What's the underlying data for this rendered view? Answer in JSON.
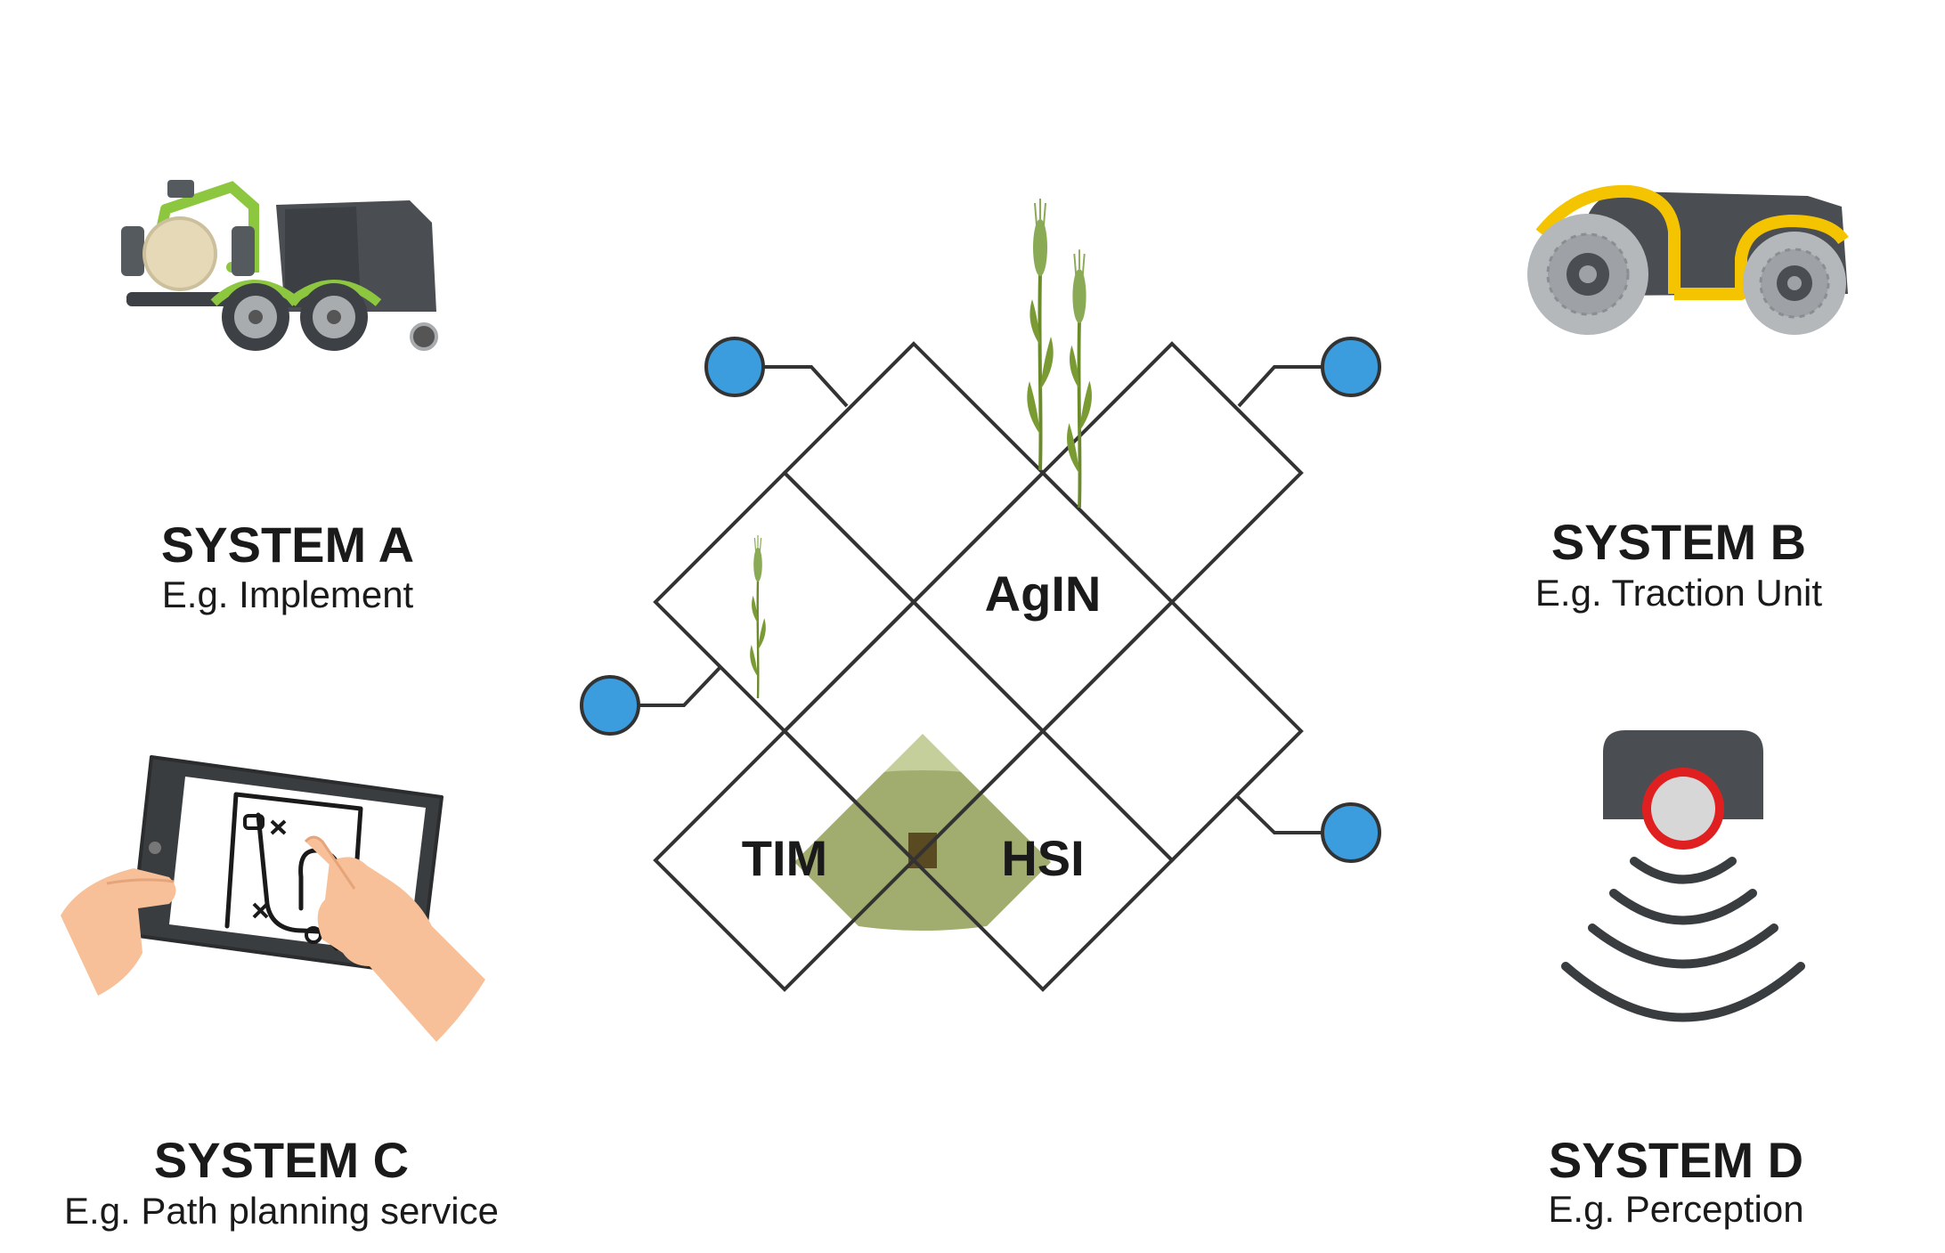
{
  "systems": {
    "a": {
      "title": "SYSTEM A",
      "subtitle": "E.g. Implement"
    },
    "b": {
      "title": "SYSTEM B",
      "subtitle": "E.g. Traction Unit"
    },
    "c": {
      "title": "SYSTEM C",
      "subtitle": "E.g. Path planning service"
    },
    "d": {
      "title": "SYSTEM D",
      "subtitle": "E.g. Perception"
    }
  },
  "cells": {
    "agin": "AgIN",
    "tim": "TIM",
    "hsi": "HSI"
  },
  "icons": {
    "a": "baler-implement-icon",
    "b": "tractor-traction-unit-icon",
    "c": "tablet-path-planning-icon",
    "d": "perception-sensor-icon"
  },
  "colors": {
    "node": "#3b9ddd",
    "outline": "#333333",
    "implement_accent": "#8dc63f",
    "traction_accent": "#f5c400",
    "sensor_ring": "#e02020",
    "hill_light": "#c4cf9b",
    "hill_dark": "#a1ad6e",
    "wheat": "#6b8a2a"
  }
}
